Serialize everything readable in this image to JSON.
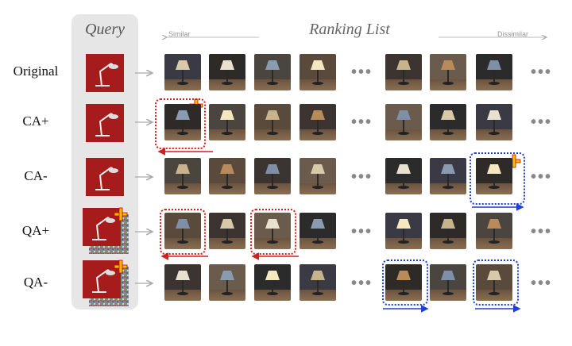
{
  "query_title": "Query",
  "ranking_title": "Ranking List",
  "similar_label": "Similar",
  "dissimilar_label": "Dissimilar",
  "rows": [
    "Original",
    "CA+",
    "CA-",
    "QA+",
    "QA-"
  ],
  "ellipsis": "•••",
  "colors": {
    "query_panel": "#e6e6e6",
    "attack_red": "#d21f1f",
    "attack_blue": "#1f3fd2",
    "perturb_plus": "#f2c200",
    "query_bg": "#a61c1c"
  },
  "icons": [
    "lamp-thumbnail",
    "arrow-right-icon",
    "plus-perturbation-icon"
  ]
}
